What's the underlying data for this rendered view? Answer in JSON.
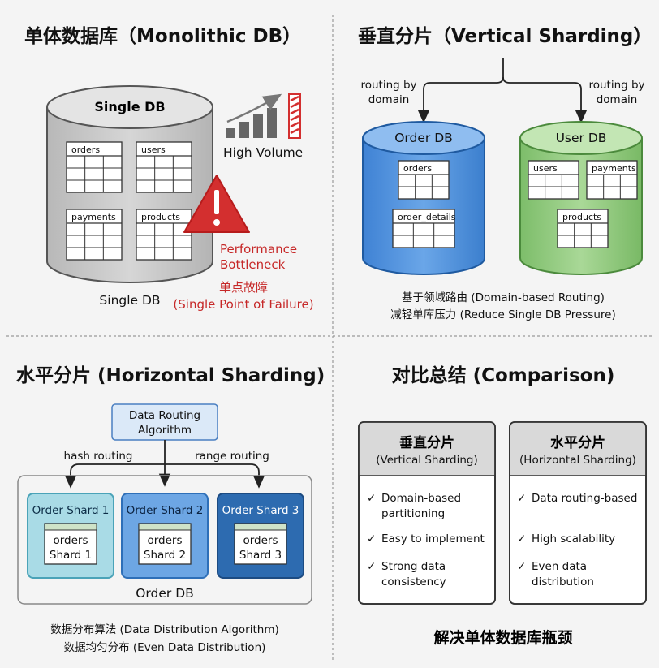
{
  "titles": {
    "monolithic": "单体数据库（Monolithic DB）",
    "vertical": "垂直分片（Vertical Sharding）",
    "horizontal": "水平分片 (Horizontal Sharding)",
    "comparison": "对比总结 (Comparison)"
  },
  "monolithic": {
    "db_label_top": "Single DB",
    "db_label_bottom": "Single DB",
    "tables": [
      "orders",
      "users",
      "payments",
      "products"
    ],
    "high_volume": "High Volume",
    "perf_line1": "Performance",
    "perf_line2": "Bottleneck",
    "spof_zh": "单点故障",
    "spof_en": "(Single Point of Failure)"
  },
  "vertical": {
    "routing_left_1": "routing by",
    "routing_left_2": "domain",
    "routing_right_1": "routing by",
    "routing_right_2": "domain",
    "order_db": "Order DB",
    "user_db": "User DB",
    "order_tables": [
      "orders",
      "order_details"
    ],
    "user_tables": [
      "users",
      "payments",
      "products"
    ],
    "caption_1": "基于领域路由 (Domain-based Routing)",
    "caption_2": "减轻单库压力 (Reduce Single DB Pressure)"
  },
  "horizontal": {
    "algo_1": "Data Routing",
    "algo_2": "Algorithm",
    "hash": "hash routing",
    "range": "range routing",
    "shards": [
      {
        "title": "Order Shard 1",
        "line1": "orders",
        "line2": "Shard 1"
      },
      {
        "title": "Order Shard 2",
        "line1": "orders",
        "line2": "Shard 2"
      },
      {
        "title": "Order Shard 3",
        "line1": "orders",
        "line2": "Shard 3"
      }
    ],
    "order_db": "Order DB",
    "caption_1": "数据分布算法 (Data Distribution Algorithm)",
    "caption_2": "数据均匀分布 (Even Data Distribution)"
  },
  "comparison": {
    "left_zh": "垂直分片",
    "left_en": "(Vertical Sharding)",
    "right_zh": "水平分片",
    "right_en": "(Horizontal Sharding)",
    "check": "✓",
    "left_items": [
      [
        "Domain-based",
        "partitioning"
      ],
      [
        "Easy to implement"
      ],
      [
        "Strong data",
        "consistency"
      ]
    ],
    "right_items": [
      [
        "Data routing-based"
      ],
      [
        "High scalability"
      ],
      [
        "Even data",
        "distribution"
      ]
    ],
    "footer": "解决单体数据库瓶颈"
  },
  "colors": {
    "order_db": "#4a8fdc",
    "user_db": "#8cc77a",
    "shard1": "#a9dbe6",
    "shard2": "#6da6e4",
    "shard3": "#2d6bb0",
    "warning_red": "#d32f2f",
    "grey_db": "#c8c8c8"
  }
}
